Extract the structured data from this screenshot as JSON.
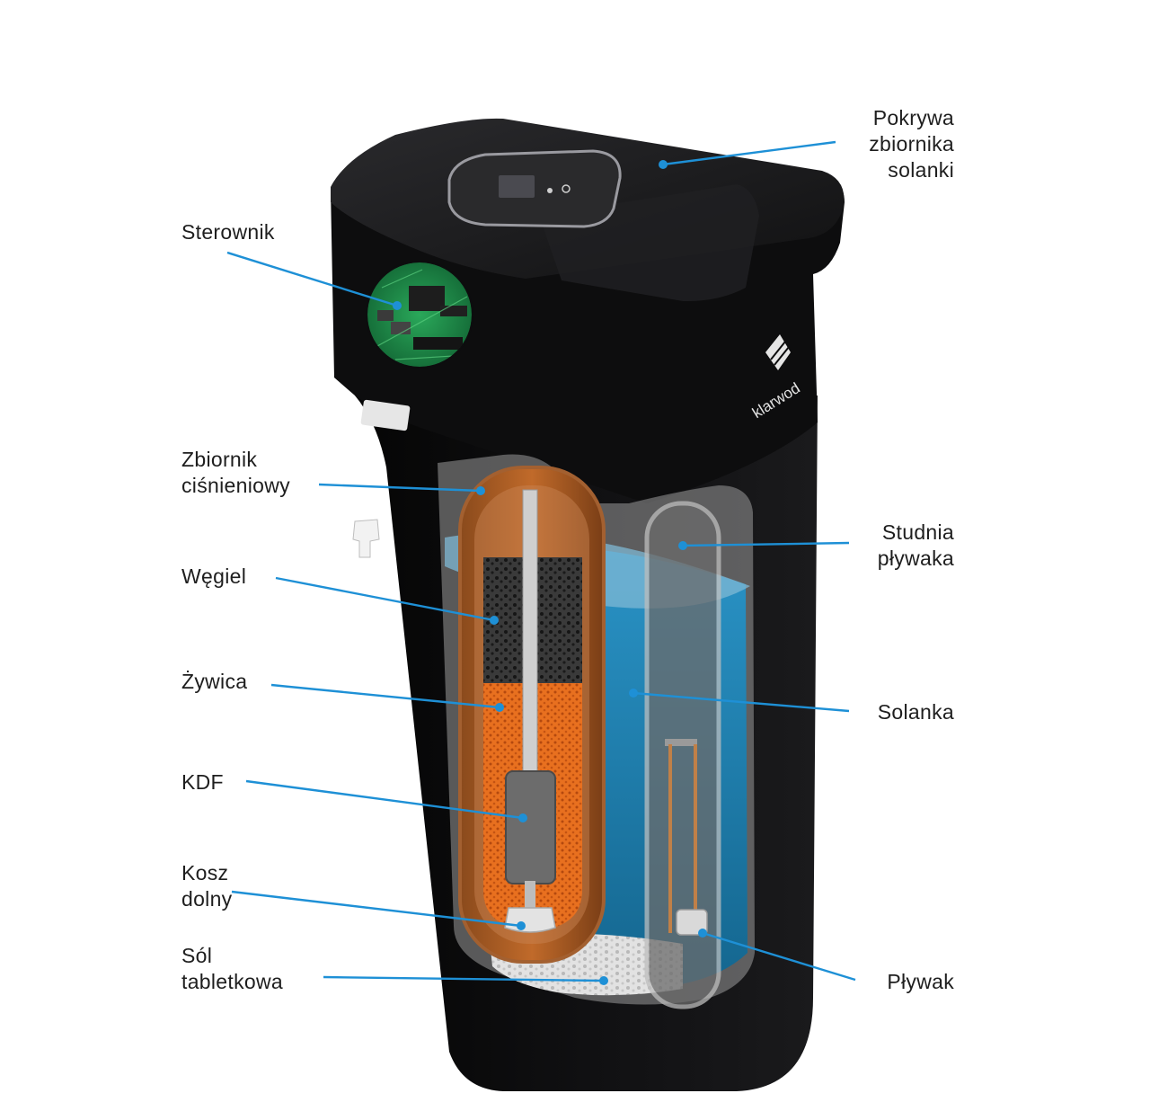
{
  "brand": {
    "name": "klarwod"
  },
  "colors": {
    "callout": "#1e90d6",
    "housing": "#0b0b0c",
    "lid": "#1c1c1e",
    "brine": "#1f7fb0",
    "resin": "#e3661c",
    "carbon": "#2b2b2b",
    "salt": "#d9d9d9",
    "pcb": "#1f8f4a"
  },
  "labels": {
    "pokrywa": {
      "lines": [
        "Pokrywa",
        "zbiornika",
        "solanki"
      ]
    },
    "sterownik": {
      "lines": [
        "Sterownik"
      ]
    },
    "zbiornik": {
      "lines": [
        "Zbiornik",
        "ciśnieniowy"
      ]
    },
    "studnia": {
      "lines": [
        "Studnia",
        "pływaka"
      ]
    },
    "wegiel": {
      "lines": [
        "Węgiel"
      ]
    },
    "zywica": {
      "lines": [
        "Żywica"
      ]
    },
    "solanka": {
      "lines": [
        "Solanka"
      ]
    },
    "kdf": {
      "lines": [
        "KDF"
      ]
    },
    "kosz": {
      "lines": [
        "Kosz",
        "dolny"
      ]
    },
    "sol": {
      "lines": [
        "Sól",
        "tabletkowa"
      ]
    },
    "plywak": {
      "lines": [
        "Pływak"
      ]
    }
  }
}
